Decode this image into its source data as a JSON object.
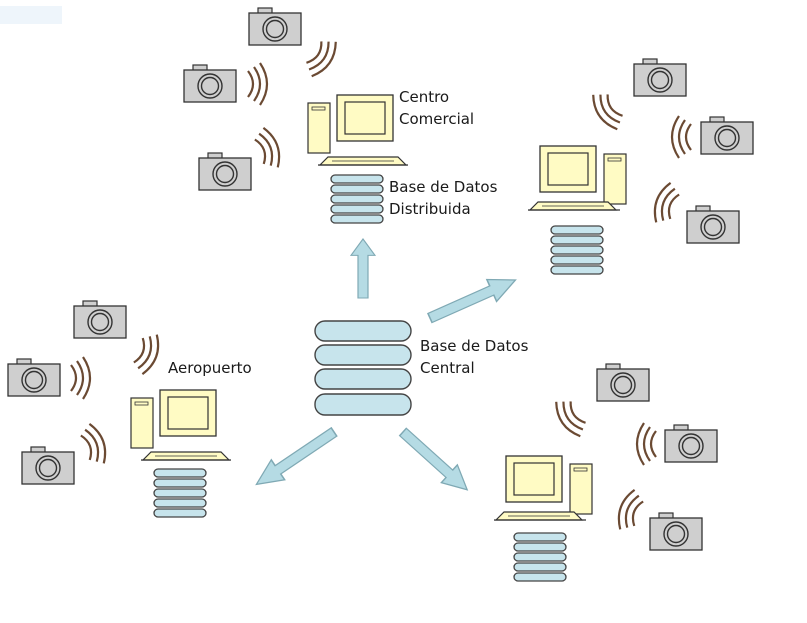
{
  "labels": {
    "mall_line1": "Centro",
    "mall_line2": "Comercial",
    "distributed_line1": "Base de Datos",
    "distributed_line2": "Distribuida",
    "central_line1": "Base de Datos",
    "central_line2": "Central",
    "airport": "Aeropuerto"
  },
  "colors": {
    "disk": "#c7e4ec",
    "disk_stroke": "#444444",
    "arrow": "#b5dbe4",
    "arrow_stroke": "#7fa9b4",
    "monitor": "#fffbc4",
    "camera_body": "#cfcfcf",
    "signal": "#6b4a33"
  },
  "icons": {
    "camera": "camera-icon",
    "computer": "computer-icon",
    "database": "database-icon",
    "signal": "wireless-signal-icon",
    "arrow": "arrow-icon"
  }
}
